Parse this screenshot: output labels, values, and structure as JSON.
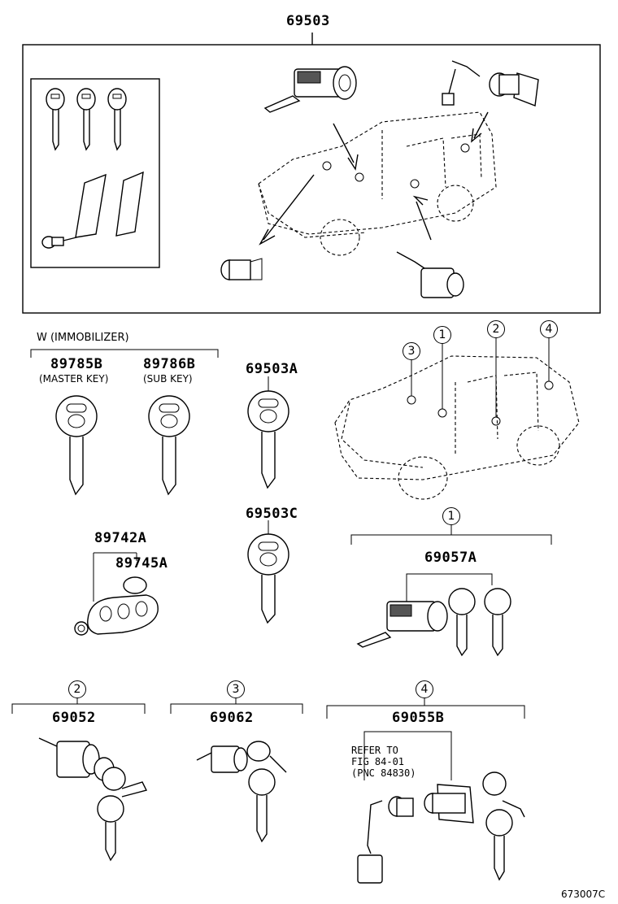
{
  "labels": {
    "top_part": "69503",
    "immobilizer_group": "W (IMMOBILIZER)",
    "master_key_part": "89785B",
    "master_key_desc": "(MASTER KEY)",
    "sub_key_part": "89786B",
    "sub_key_desc": "(SUB KEY)",
    "key_a": "69503A",
    "key_c": "69503C",
    "transmitter": "89742A",
    "battery": "89745A",
    "ignition_set": "69057A",
    "door_cyl": "69052",
    "glove_cyl": "69062",
    "back_door_cyl": "69055B",
    "refer_line1": "REFER TO",
    "refer_line2": "FIG 84-01",
    "refer_line3": "(PNC 84830)",
    "figure_code": "673007C"
  },
  "callouts": {
    "c1": "1",
    "c2": "2",
    "c3": "3",
    "c4": "4"
  }
}
